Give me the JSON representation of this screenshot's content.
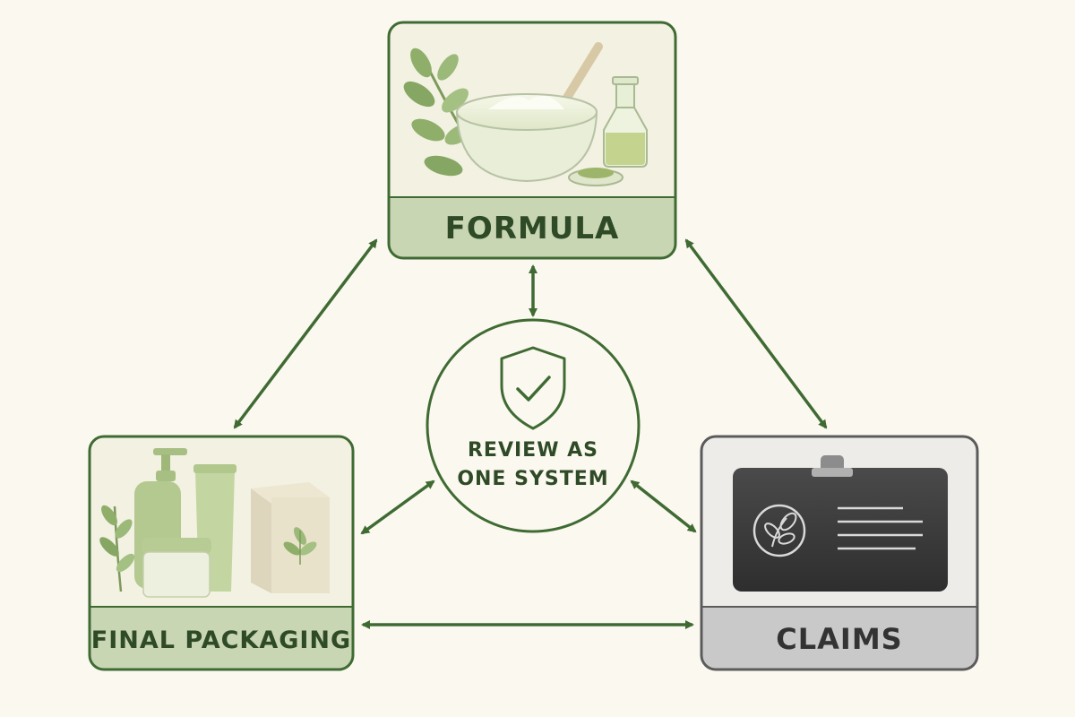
{
  "diagram": {
    "nodes": {
      "formula": {
        "label": "FORMULA"
      },
      "packaging": {
        "label": "FINAL PACKAGING"
      },
      "claims": {
        "label": "CLAIMS"
      }
    },
    "center": {
      "line1": "REVIEW AS",
      "line2": "ONE SYSTEM"
    }
  },
  "colors": {
    "background": "#fbf8f0",
    "green_dark": "#3f6b33",
    "green_text": "#2f4a26",
    "green_panel": "#f2f1e2",
    "green_band": "#c9d6b4",
    "grey_border": "#5b5b5b",
    "grey_panel": "#eeece8",
    "grey_band": "#c9c9c9",
    "grey_text": "#333333"
  },
  "icons": {
    "formula_image": "cream-bowl-with-leaves-icon",
    "packaging_image": "cosmetic-packaging-icon",
    "claims_image": "clipboard-label-icon",
    "center_icon": "shield-check-icon"
  }
}
